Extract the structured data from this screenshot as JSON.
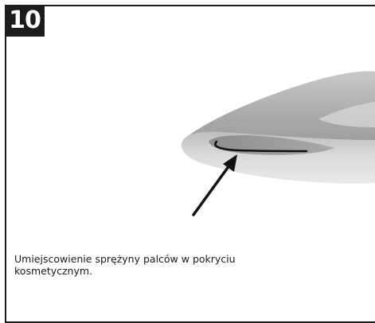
{
  "step": {
    "number": "10"
  },
  "caption": {
    "text": "Umiejscowienie sprężyny palców w pokryciu kosmetycznym."
  },
  "illustration": {
    "subject": "foot-cover-toe-spring",
    "colors": {
      "cover_light": "#d9d9d9",
      "cover_mid": "#b3b3b3",
      "cover_dark": "#8c8c8c",
      "spring_line": "#111111",
      "arrow": "#111111"
    }
  }
}
